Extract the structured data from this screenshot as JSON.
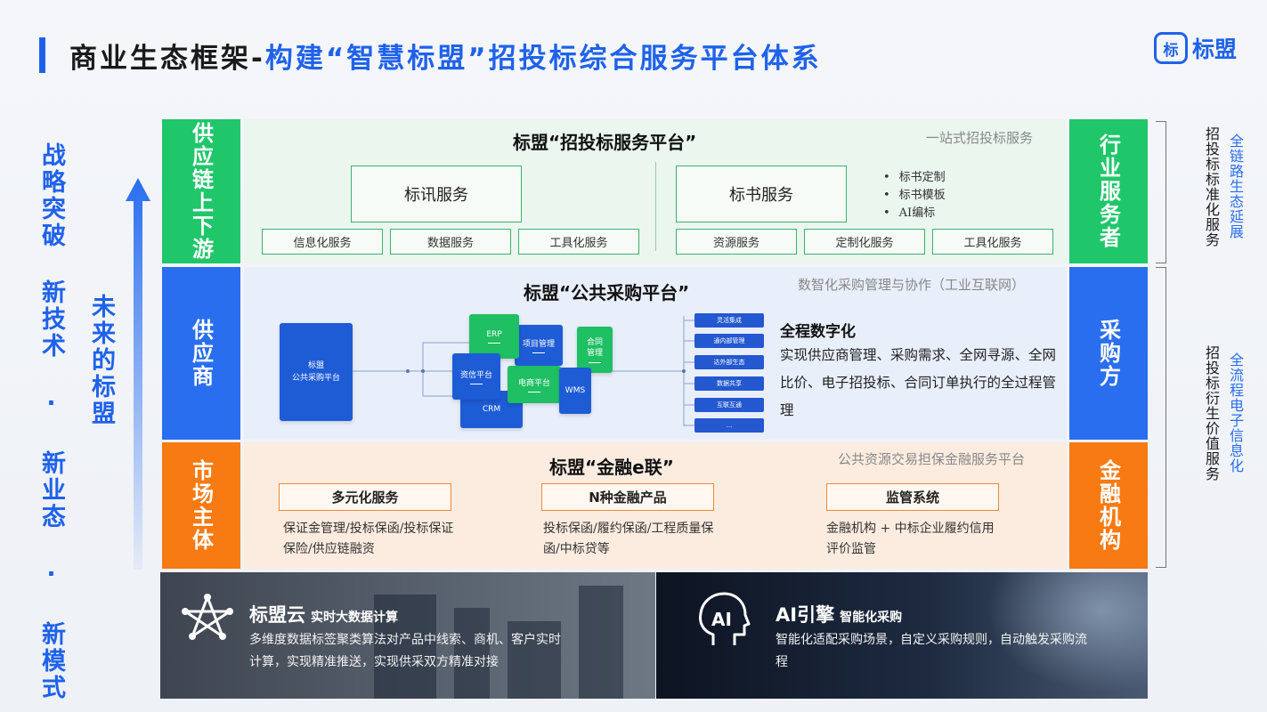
{
  "header": {
    "title_prefix": "商业生态框架-",
    "title_highlight": "构建“智慧标盟”招投标综合服务平台体系",
    "logo_mark": "标",
    "logo_text": "标盟"
  },
  "left": {
    "strategy": "战略突破 新技术 · 新业态 · 新模式",
    "future": "未来的标盟"
  },
  "rows": {
    "supply_chain": {
      "side_left": "供应链上下游",
      "side_right": "行业服务者",
      "title": "标盟“招投标服务平台”",
      "note": "一站式招投标服务",
      "service_a": "标讯服务",
      "service_b": "标书服务",
      "sub_a": [
        "信息化服务",
        "数据服务",
        "工具化服务"
      ],
      "sub_b": [
        "资源服务",
        "定制化服务",
        "工具化服务"
      ],
      "bullets": [
        "标书定制",
        "标书模板",
        "AI编标"
      ]
    },
    "procurement": {
      "side_left": "供应商",
      "side_right": "采购方",
      "title": "标盟“公共采购平台”",
      "note": "数智化采购管理与协作（工业互联网）",
      "diagram": {
        "main": "标盟\n公共采购平台",
        "erp": "ERP",
        "project": "项目管理",
        "contract": "合同\n管理",
        "credit": "资信平台",
        "ecommerce": "电商平台",
        "wms": "WMS",
        "crm": "CRM",
        "tags": [
          "灵活集成",
          "通内部管理",
          "达外部生态",
          "数据共享",
          "互联互通",
          "..."
        ]
      },
      "digital_title": "全程数字化",
      "digital_text": "实现供应商管理、采购需求、全网寻源、全网比价、电子招投标、合同订单执行的全过程管理"
    },
    "finance": {
      "side_left": "市场主体",
      "side_right": "金融机构",
      "title": "标盟“金融e联”",
      "note": "公共资源交易担保金融服务平台",
      "boxes": [
        "多元化服务",
        "N种金融产品",
        "监管系统"
      ],
      "texts": [
        "保证金管理/投标保函/投标保证保险/供应链融资",
        "投标保函/履约保函/工程质量保函/中标贷等",
        "金融机构 + 中标企业履约信用评价监管"
      ]
    }
  },
  "right_notes": {
    "upper_black": "招投标标准化服务",
    "upper_blue": "全链路生态延展",
    "lower_black": "招投标衍生价值服务",
    "lower_blue": "全流程电子信息化"
  },
  "bottom": {
    "cloud_title": "标盟云",
    "cloud_sub": "实时大数据计算",
    "cloud_text": "多维度数据标签聚类算法对产品中线索、商机、客户实时计算，实现精准推送，实现供采双方精准对接",
    "ai_title": "AI引擎",
    "ai_sub": "智能化采购",
    "ai_text": "智能化适配采购场景，自定义采购规则，自动触发采购流程"
  },
  "colors": {
    "brand_blue": "#1f62ea",
    "green": "#1fc76a",
    "blue": "#2a6ef0",
    "orange": "#f77a12"
  }
}
